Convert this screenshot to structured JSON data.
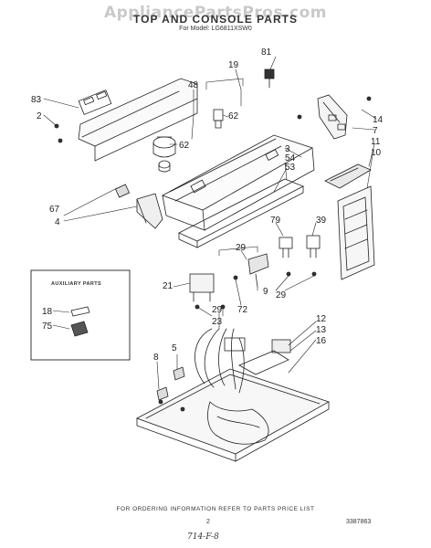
{
  "watermark": "AppliancePartsPros.com",
  "header": {
    "title": "TOP AND CONSOLE PARTS",
    "model": "For Model: LG6811XSW0"
  },
  "callouts": {
    "c83": "83",
    "c2": "2",
    "c48": "48",
    "c19": "19",
    "c81": "81",
    "c14": "14",
    "c7": "7",
    "c62a": "62",
    "c62b": "62",
    "c3": "3",
    "c54": "54",
    "c53": "53",
    "c11": "11",
    "c10": "10",
    "c67": "67",
    "c4": "4",
    "c79": "79",
    "c39": "39",
    "c29a": "29",
    "c29b": "29",
    "c29c": "29",
    "c21": "21",
    "c72": "72",
    "c9": "9",
    "c23": "23",
    "c5": "5",
    "c8": "8",
    "c12": "12",
    "c13": "13",
    "c16": "16",
    "c18": "18",
    "c75": "75"
  },
  "auxiliary": {
    "title": "AUXILIARY PARTS"
  },
  "footer": {
    "ordering_note": "FOR ORDERING INFORMATION REFER TO PARTS PRICE LIST",
    "page_number": "2",
    "document_number": "3387863",
    "handwritten_note": "714-F-8"
  }
}
